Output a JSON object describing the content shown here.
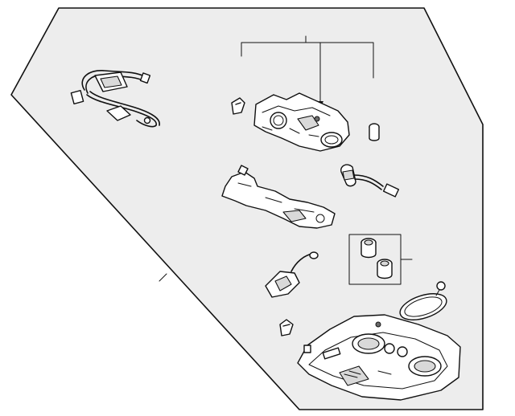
{
  "diagram": {
    "colors": {
      "background": "#ffffff",
      "panel_fill": "#ededed",
      "line": "#111111"
    },
    "parts": [
      "wiring-harness",
      "console-housing",
      "bulb",
      "clip-upper",
      "bracket",
      "socket-harness",
      "bulb-pair",
      "lamp-socket",
      "lens",
      "clip-lower",
      "console-bezel"
    ]
  }
}
